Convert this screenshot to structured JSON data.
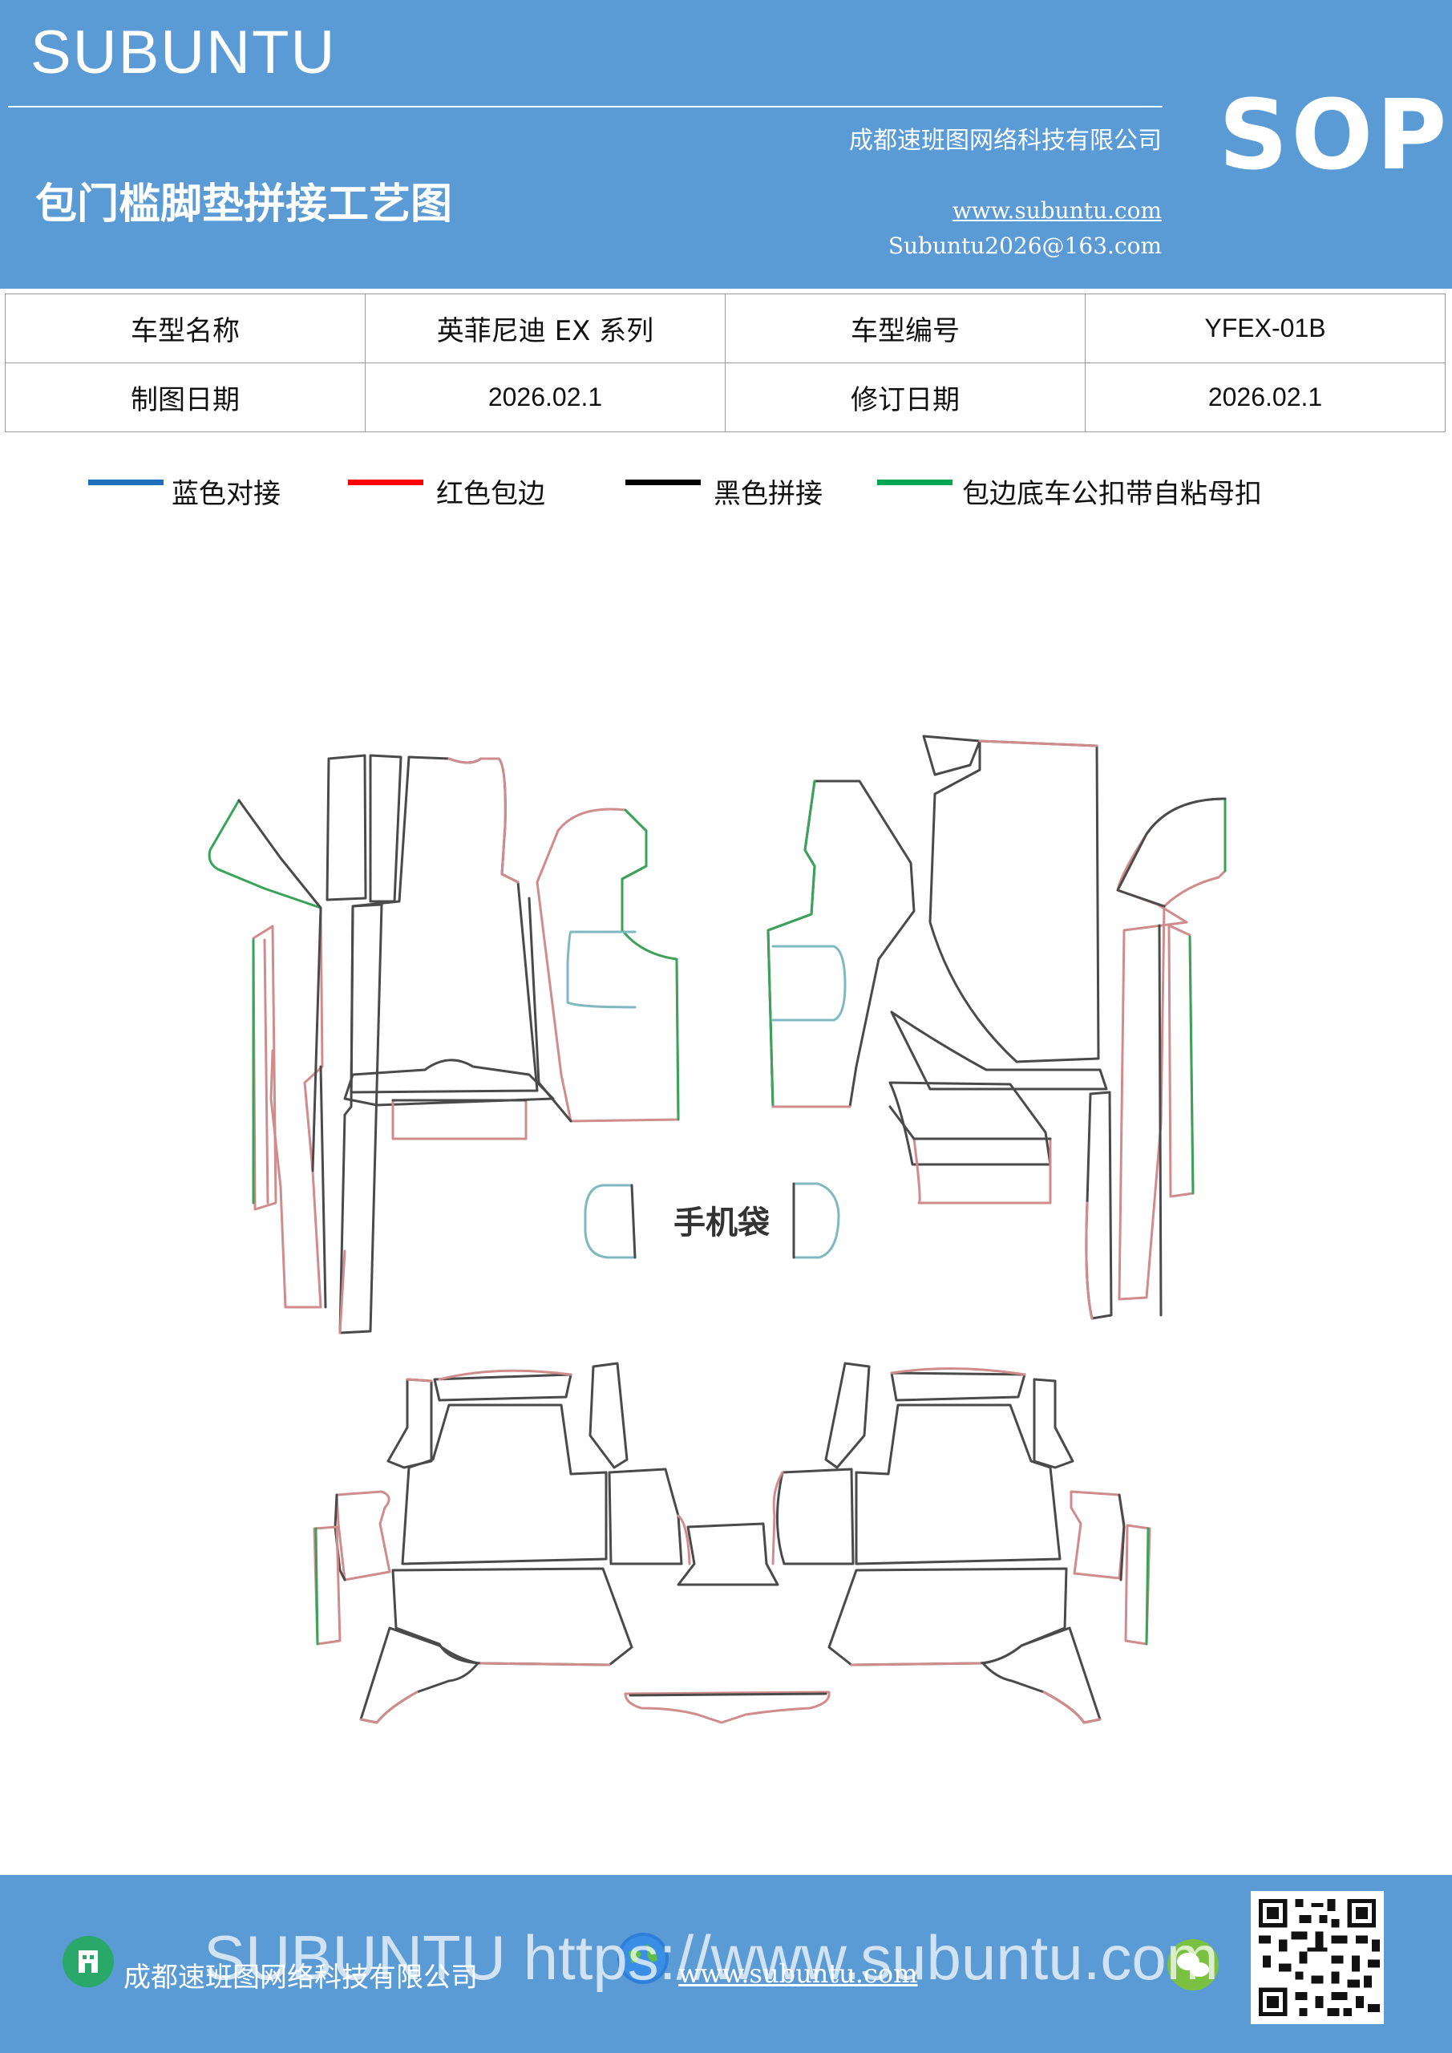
{
  "header": {
    "brand": "SUBUNTU",
    "title": "包门槛脚垫拼接工艺图",
    "company": "成都速班图网络科技有限公司",
    "website": "www.subuntu.com",
    "email": "Subuntu2026@163.com",
    "doc_type": "SOP"
  },
  "info_table": [
    [
      "车型名称",
      "英菲尼迪 EX 系列",
      "车型编号",
      "YFEX-01B"
    ],
    [
      "制图日期",
      "2026.02.1",
      "修订日期",
      "2026.02.1"
    ]
  ],
  "legend": [
    {
      "label": "蓝色对接",
      "color": "#1f6fbf"
    },
    {
      "label": "红色包边",
      "color": "#ff0000"
    },
    {
      "label": "黑色拼接",
      "color": "#000000"
    },
    {
      "label": "包边底车公扣带自粘母扣",
      "color": "#00a651"
    }
  ],
  "drawing": {
    "center_label": "手机袋",
    "stroke_colors": {
      "black": "#4a4a4a",
      "red": "#d08c8c",
      "green": "#3aa35a",
      "blue": "#7fb8c0"
    }
  },
  "footer": {
    "company": "成都速班图网络科技有限公司",
    "website": "www.subuntu.com",
    "watermark": "SUBUNTU https://www.subuntu.com"
  },
  "colors": {
    "band": "#5b9bd5"
  }
}
